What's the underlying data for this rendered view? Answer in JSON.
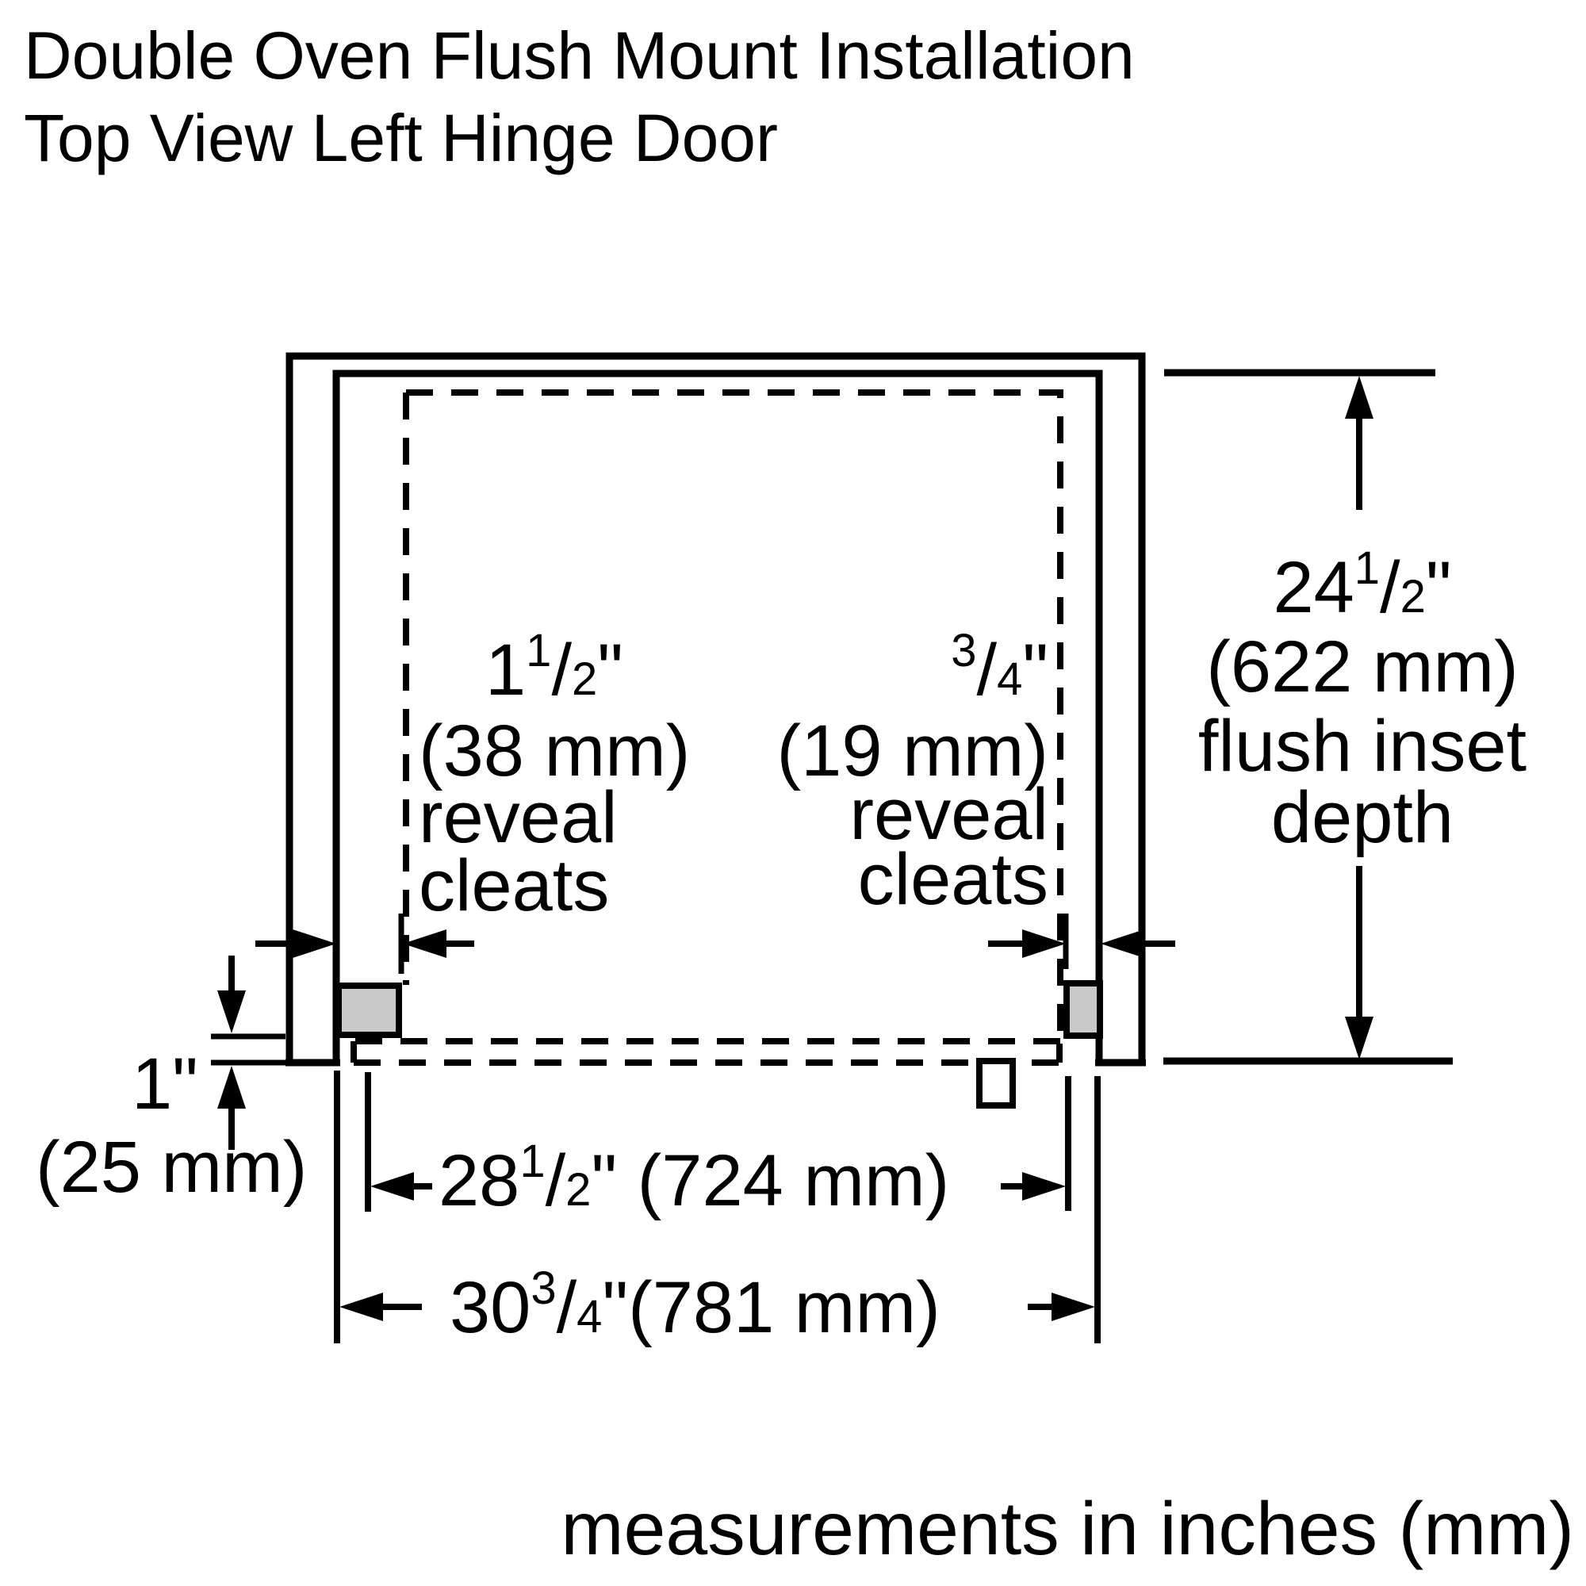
{
  "title": {
    "line1": "Double Oven Flush Mount Installation",
    "line2": "Top View Left Hinge Door"
  },
  "footer": {
    "caption": "measurements in inches (mm)"
  },
  "colors": {
    "line": "#000000",
    "cleat_fill": "#c9c9c9",
    "background": "#ffffff"
  },
  "labels": {
    "flush_inset_depth": {
      "inches_whole": "24",
      "frac_numerator": "1",
      "frac_slash": "/",
      "frac_denominator": "2",
      "inch_mark": "\"",
      "metric": "(622 mm)",
      "description_line1": "flush inset",
      "description_line2": "depth"
    },
    "left_reveal_cleats": {
      "inches_whole": "1",
      "frac_numerator": "1",
      "frac_slash": "/",
      "frac_denominator": "2",
      "inch_mark": "\"",
      "metric": "(38 mm)",
      "description_line1": "reveal",
      "description_line2": "cleats"
    },
    "right_reveal_cleats": {
      "frac_numerator": "3",
      "frac_slash": "/",
      "frac_denominator": "4",
      "inch_mark": "\"",
      "metric": "(19 mm)",
      "description_line1": "reveal",
      "description_line2": "cleats"
    },
    "door_protrusion": {
      "inches_whole": "1",
      "inch_mark": "\"",
      "metric": "(25 mm)"
    },
    "cutout_width_inner": {
      "inches_whole": "28",
      "frac_numerator": "1",
      "frac_slash": "/",
      "frac_denominator": "2",
      "inch_mark": "\"",
      "metric": " (724 mm)"
    },
    "cutout_width_outer": {
      "inches_whole": "30",
      "frac_numerator": "3",
      "frac_slash": "/",
      "frac_denominator": "4",
      "inch_mark": "\"",
      "metric": "(781 mm)"
    }
  }
}
